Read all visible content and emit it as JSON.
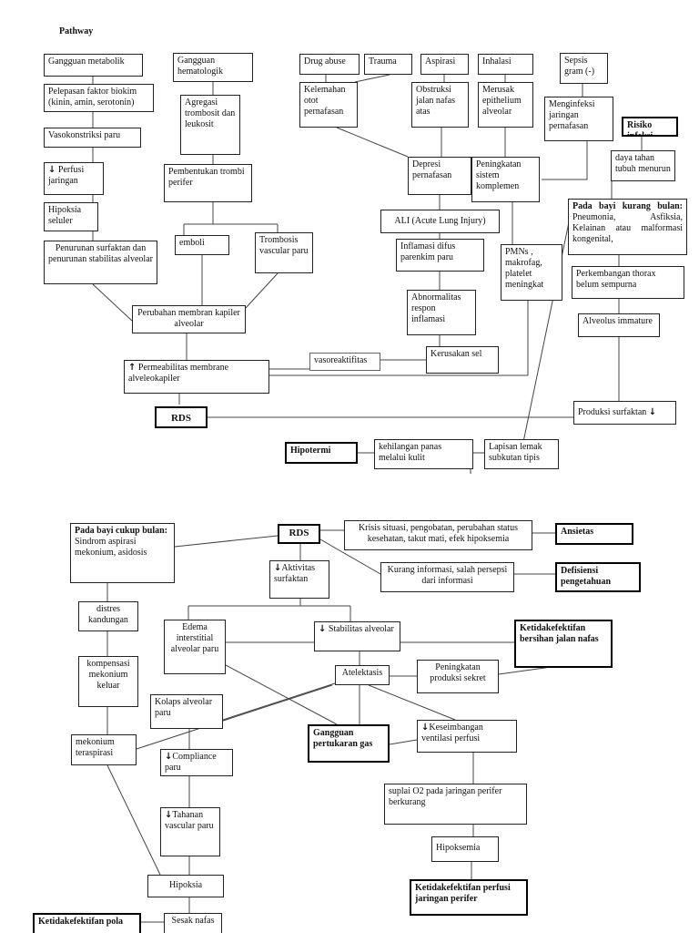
{
  "title": "Pathway",
  "boxes": {
    "gangguan_metabolik": "Gangguan metabolik",
    "pelepasan_faktor": "Pelepasan faktor biokim (kinin, amin, serotonin)",
    "vasokonstriksi": "Vasokonstriksi paru",
    "perfusi_jaringan": "Perfusi jaringan",
    "hipoksia_seluler": "Hipoksia seluler",
    "penurunan_surfaktan": "Penurunan surfaktan dan penurunan stabilitas alveolar",
    "gangguan_hematologik": "Gangguan hematologik",
    "agregasi": "Agregasi trombosit dan leukosit",
    "pembentukan_trombi": "Pembentukan trombi perifer",
    "emboli": "emboli",
    "trombosis": "Trombosis vascular paru",
    "perubahan_membran": "Perubahan membran kapiler alveolar",
    "permeabilitas": "Permeabilitas membrane alveleokapiler",
    "vasoreaktifitas": "vasoreaktifitas",
    "rds_top": "RDS",
    "drug_abuse": "Drug abuse",
    "trauma": "Trauma",
    "aspirasi": "Aspirasi",
    "inhalasi": "Inhalasi",
    "sepsis": "Sepsis gram (-)",
    "kelemahan_otot": "Kelemahan otot pernafasan",
    "obstruksi": "Obstruksi jalan nafas atas",
    "merusak": "Merusak epithelium alveolar",
    "menginfeksi": "Menginfeksi jaringan pernafasan",
    "risiko_infeksi": "Risiko infeksi",
    "daya_tahan": "daya tahan tubuh menurun",
    "depresi": "Depresi pernafasan",
    "peningkatan_komplemen": "Peningkatan sistem komplemen",
    "ali": "ALI (Acute Lung Injury)",
    "inflamasi": "Inflamasi difus parenkim paru",
    "pmns": "PMNs , makrofag, platelet meningkat",
    "abnormalitas": "Abnormalitas respon inflamasi",
    "kerusakan": "Kerusakan sel",
    "bayi_kurang_head": "Pada bayi kurang bulan:",
    "bayi_kurang_body": "Pneumonia, Asfiksia, Kelainan atau malformasi kongenital,",
    "perkembangan_thorax": "Perkembangan thorax belum sempurna",
    "alveolus": "Alveolus immature",
    "produksi_surfaktan": "Produksi surfaktan",
    "hipotermi": "Hipotermi",
    "kehilangan_panas": "kehilangan panas melalui kulit",
    "lapisan_lemak": "Lapisan lemak subkutan tipis",
    "bayi_cukup_head": "Pada bayi cukup bulan:",
    "bayi_cukup_body": "Sindrom aspirasi mekonium, asidosis",
    "rds_bottom": "RDS",
    "krisis": "Krisis situasi, pengobatan, perubahan status kesehatan, takut mati, efek hipoksemia",
    "ansietas": "Ansietas",
    "kurang_informasi": "Kurang informasi, salah persepsi dari informasi",
    "defisiensi": "Defisiensi pengetahuan",
    "aktivitas_surfaktan": "Aktivitas surfaktan",
    "distres": "distres kandungan",
    "edema": "Edema interstitial alveolar paru",
    "stabilitas": "Stabilitas alveolar",
    "ketidakefektifan_bersihan": "Ketidakefektifan bersihan jalan nafas",
    "kompensasi": "kompensasi mekonium keluar",
    "atelektasis": "Atelektasis",
    "peningkatan_sekret": "Peningkatan produksi sekret",
    "kolaps": "Kolaps alveolar paru",
    "gangguan_pertukaran": "Gangguan pertukaran gas",
    "keseimbangan": "Keseimbangan ventilasi perfusi",
    "mekonium": "mekonium teraspirasi",
    "compliance": "Compliance paru",
    "suplai": "suplai O2 pada jaringan perifer berkurang",
    "tahanan": "Tahanan vascular paru",
    "hipoksemia": "Hipoksemia",
    "ketidakefektifan_perfusi": "Ketidakefektifan perfusi jaringan perifer",
    "hipoksia": "Hipoksia",
    "ketidakefektifan_pola": "Ketidakefektifan pola",
    "sesak": "Sesak nafas"
  },
  "arrows": {
    "down": "↓",
    "up": "↑",
    "down_small": "↓"
  }
}
